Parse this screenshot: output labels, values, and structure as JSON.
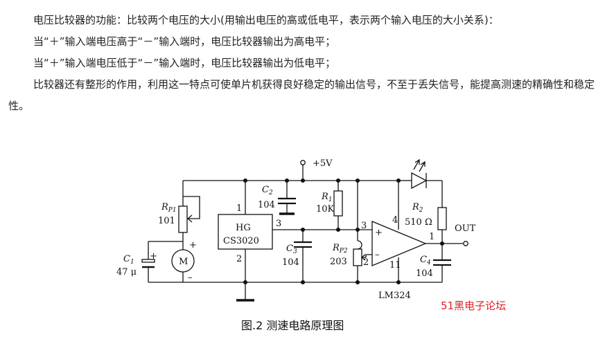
{
  "paragraphs": [
    "电压比较器的功能：比较两个电压的大小(用输出电压的高或低电平，表示两个输入电压的大小关系)：",
    "当“＋”输入端电压高于“－”输入端时，电压比较器输出为高电平；",
    "当“＋”输入端电压低于“－”输入端时，电压比较器输出为低电平；",
    "比较器还有整形的作用，利用这一特点可使单片机获得良好稳定的输出信号，不至于丢失信号，能提高测速的精确性和稳定性。"
  ],
  "circuit": {
    "supply": "+5V",
    "rp1": {
      "letter": "R",
      "sub": "P1",
      "value": "101"
    },
    "c1": {
      "letter": "C",
      "sub": "1",
      "value": "47 μ"
    },
    "motor": "M",
    "motor_plus": "+",
    "motor_minus": "–",
    "c1_plus": "+",
    "c2": {
      "letter": "C",
      "sub": "2",
      "value": "104"
    },
    "ic": {
      "line1": "HG",
      "line2": "CS3020",
      "pin1": "1",
      "pin2": "2",
      "pin3": "3"
    },
    "r1": {
      "letter": "R",
      "sub": "1",
      "value": "10K"
    },
    "c3": {
      "letter": "C",
      "sub": "3",
      "value": "104"
    },
    "rp2": {
      "letter": "R",
      "sub": "P2",
      "value": "203"
    },
    "opamp": {
      "plus": "+",
      "minus": "–",
      "pin3": "3",
      "pin2": "2",
      "pin4": "4",
      "pin11": "11",
      "pin1": "1",
      "part": "LM324"
    },
    "r2": {
      "letter": "R",
      "sub": "2",
      "value": "510 Ω"
    },
    "c4": {
      "letter": "C",
      "sub": "4",
      "value": "104"
    },
    "out": "OUT"
  },
  "caption": "图.2   测速电路原理图",
  "watermark": "51黑电子论坛"
}
